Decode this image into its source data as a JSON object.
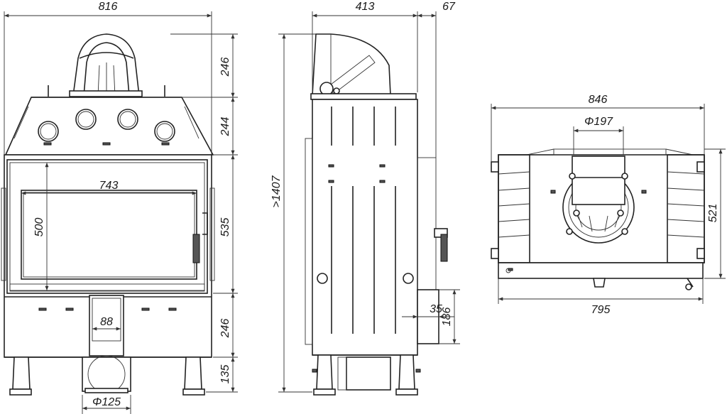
{
  "front_view": {
    "width": "816",
    "top_height": "246",
    "hood_height": "244",
    "door_height": "535",
    "base_height": "246",
    "leg_height": "135",
    "glass_width": "743",
    "glass_height": "500",
    "air_inlet_width": "88",
    "air_inlet_diameter": "Φ125"
  },
  "side_view": {
    "depth": "413",
    "rear_offset": "67",
    "total_height": ">1407",
    "handle_offset": "35",
    "handle_height": "186"
  },
  "top_view": {
    "width": "846",
    "flue_diameter": "Φ197",
    "depth": "521",
    "base_width": "795"
  },
  "colors": {
    "line": "#222222",
    "background": "#ffffff"
  }
}
